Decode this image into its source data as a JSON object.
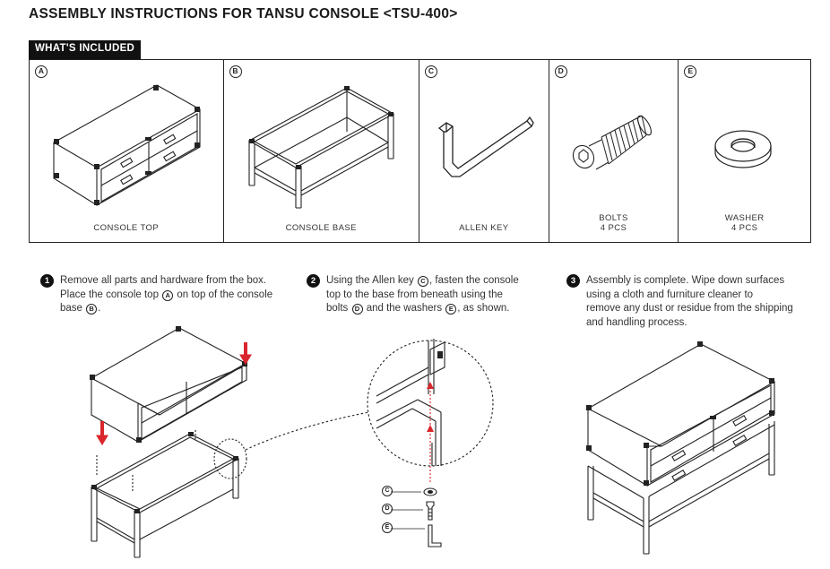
{
  "title": "ASSEMBLY INSTRUCTIONS FOR TANSU CONSOLE <TSU-400>",
  "whats_included": "WHAT'S INCLUDED",
  "parts": [
    {
      "letter": "A",
      "label": "CONSOLE TOP",
      "qty": ""
    },
    {
      "letter": "B",
      "label": "CONSOLE BASE",
      "qty": ""
    },
    {
      "letter": "C",
      "label": "ALLEN KEY",
      "qty": ""
    },
    {
      "letter": "D",
      "label": "BOLTS",
      "qty": "4 PCS"
    },
    {
      "letter": "E",
      "label": "WASHER",
      "qty": "4 PCS"
    }
  ],
  "steps": [
    {
      "number": "1",
      "t1": "Remove all parts and hardware from the box.",
      "t2": "Place the console top",
      "t3": "on top of the console",
      "t4": "base",
      "t5": ".",
      "ref1": "A",
      "ref2": "B"
    },
    {
      "number": "2",
      "t1": "Using the Allen key",
      "t2": ", fasten the console",
      "t3": "top to the base from beneath using the",
      "t4": "bolts",
      "t5": "and the washers",
      "t6": ", as shown.",
      "ref1": "C",
      "ref2": "D",
      "ref3": "E"
    },
    {
      "number": "3",
      "t1": "Assembly is complete. Wipe down surfaces",
      "t2": "using a cloth and furniture cleaner to",
      "t3": "remove any dust or residue from the shipping",
      "t4": "and handling process."
    }
  ],
  "hardware_callouts": [
    "C",
    "D",
    "E"
  ],
  "colors": {
    "ink": "#222222",
    "arrow_red": "#d9262c",
    "tag_bg": "#111111"
  }
}
